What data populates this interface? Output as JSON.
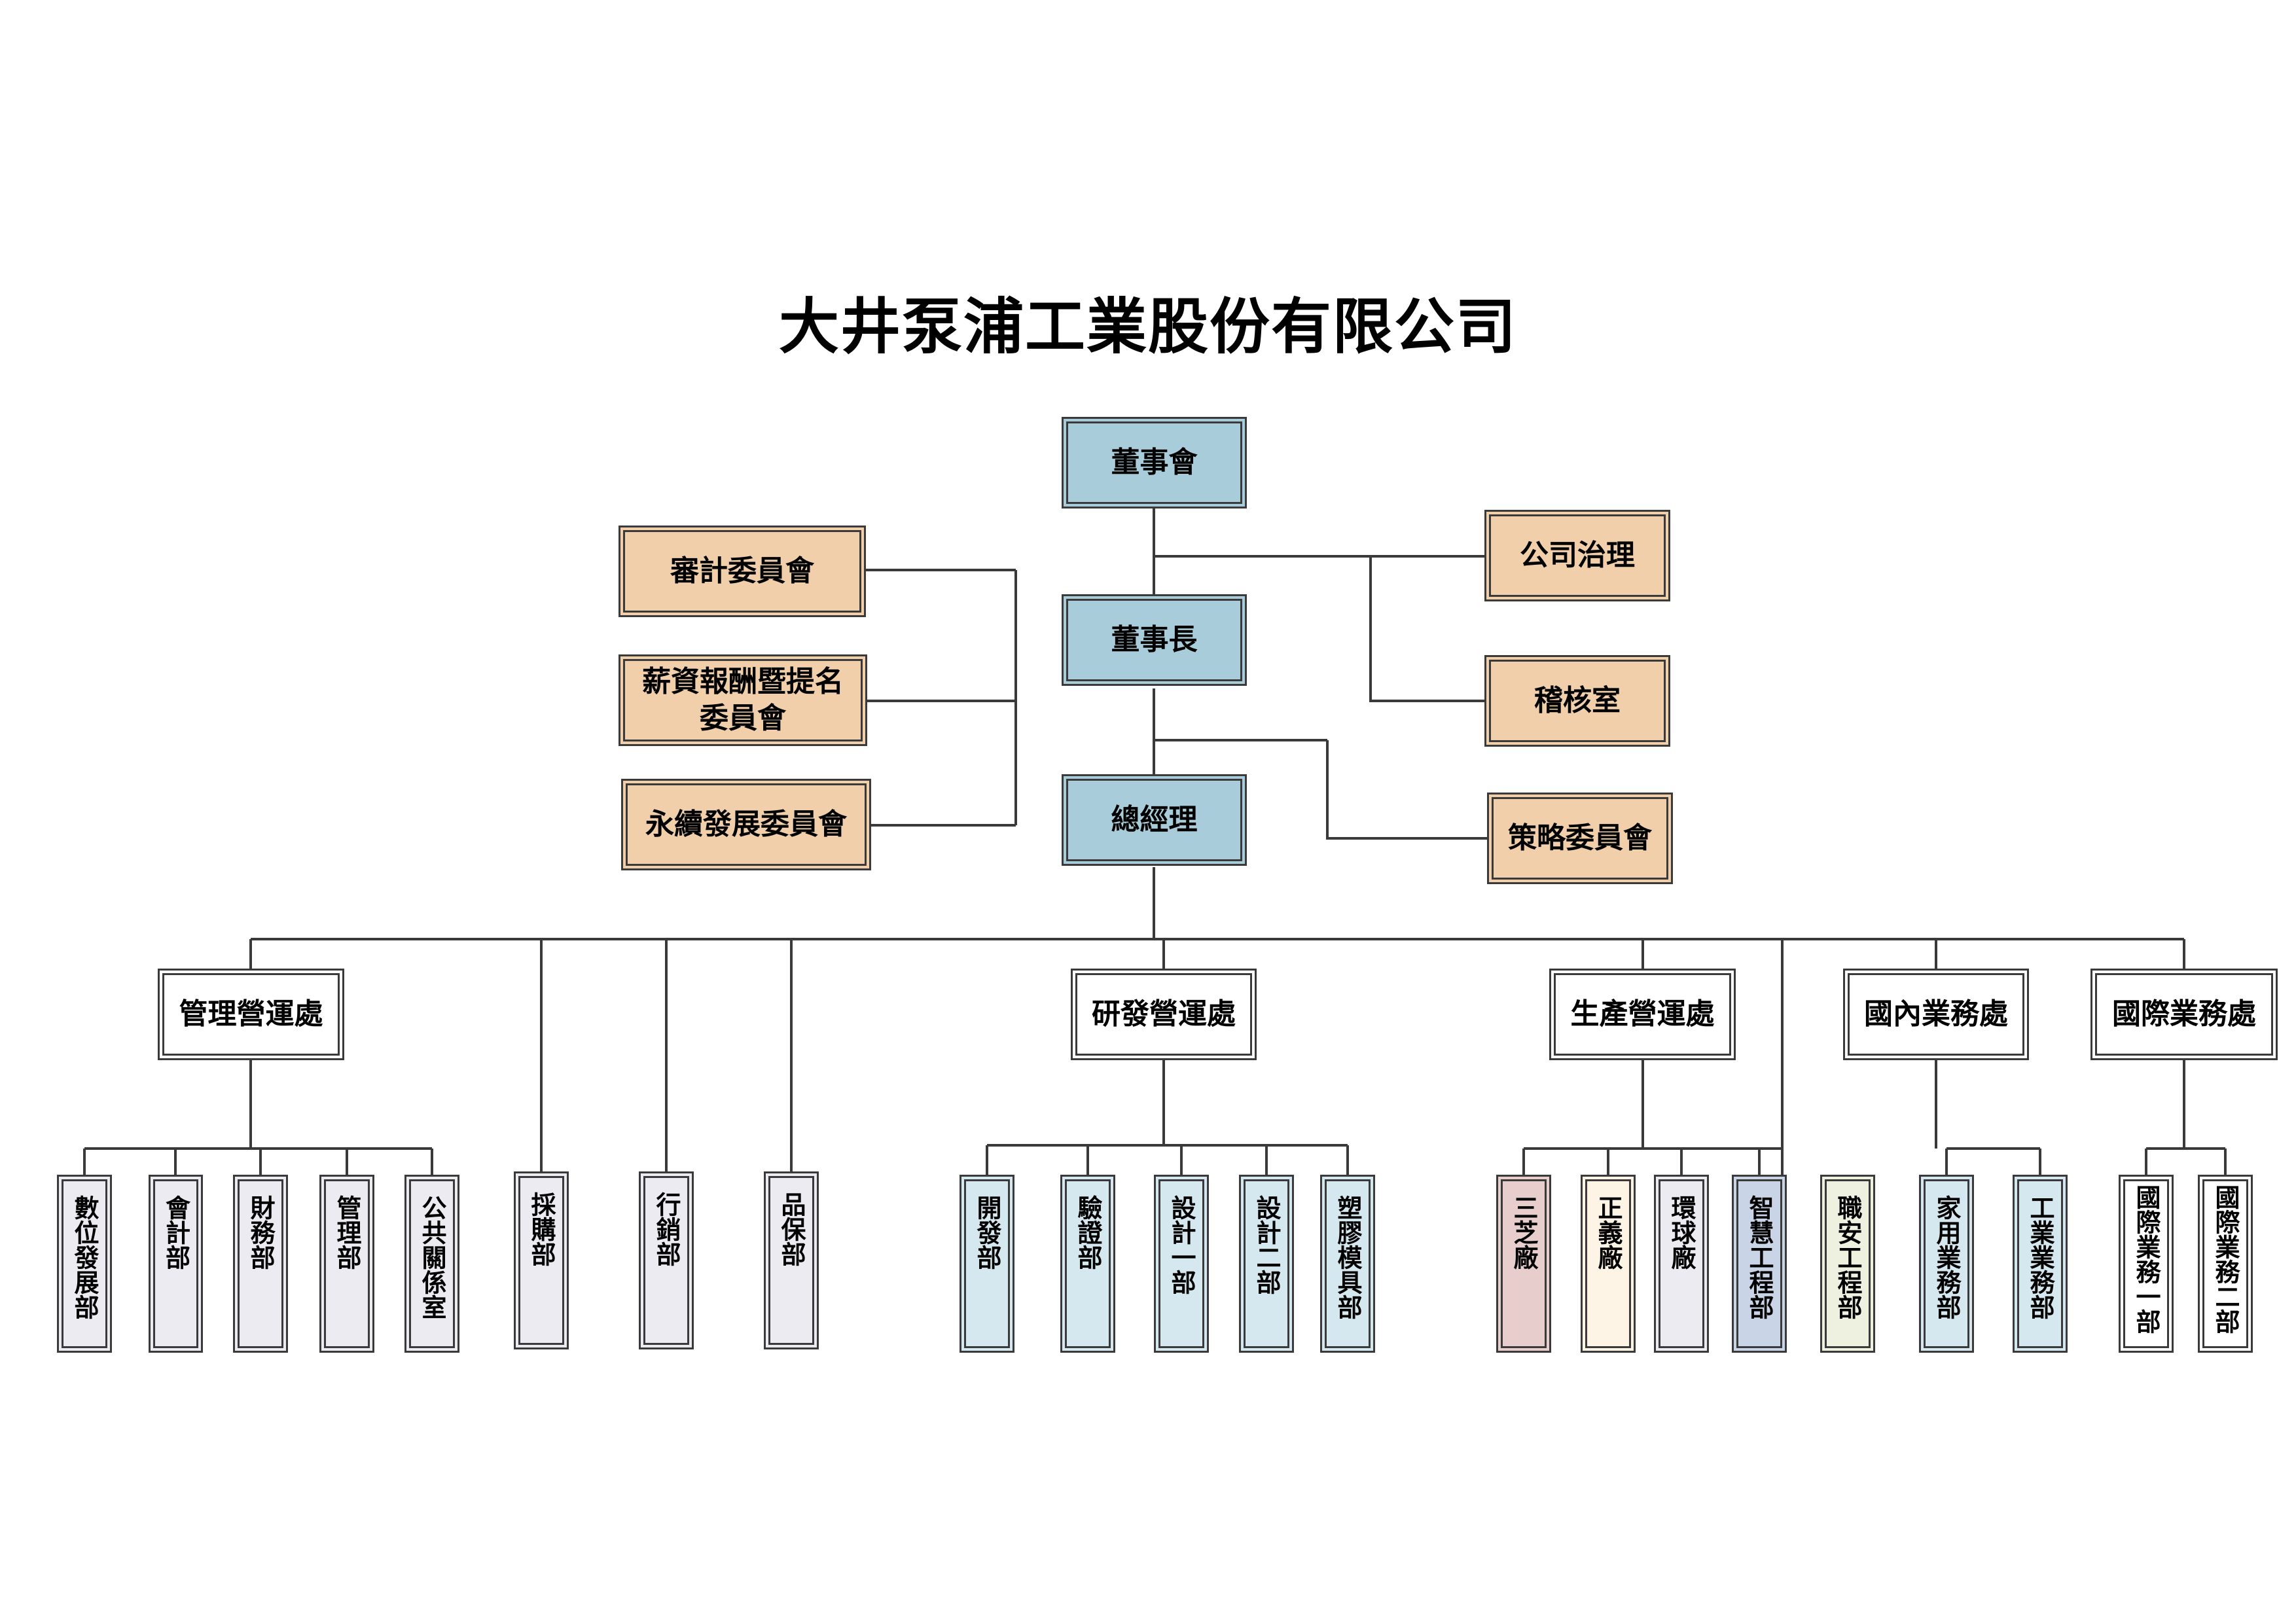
{
  "title": "大井泵浦工業股份有限公司",
  "colors": {
    "line": "#3a3a3a",
    "board": "#a8ccd9",
    "committee": "#f0cfaa",
    "division": "#ffffff",
    "admin_dept": "#ecebf1",
    "rd_dept": "#d6e8ef",
    "plant_sanzhi": "#e8cdcd",
    "plant_zhengyi": "#fdf4e6",
    "plant_huanqiu": "#ecebf1",
    "smart_eng": "#c9d4e6",
    "safety": "#eef1df",
    "sales_dept": "#d6e8ef"
  },
  "nodes": {
    "board": "董事會",
    "chairman": "董事長",
    "gm": "總經理",
    "audit_committee": "審計委員會",
    "comp_committee": "薪資報酬暨提名\n委員會",
    "esg_committee": "永續發展委員會",
    "governance": "公司治理",
    "internal_audit": "稽核室",
    "strategy_committee": "策略委員會"
  },
  "divisions": {
    "admin": "管理營運處",
    "rd": "研發營運處",
    "production": "生產營運處",
    "domestic": "國內業務處",
    "international": "國際業務處"
  },
  "departments": {
    "digital_dev": "數位發展部",
    "accounting": "會計部",
    "finance": "財務部",
    "management": "管理部",
    "pr": "公共關係室",
    "procurement": "採購部",
    "marketing": "行銷部",
    "qa": "品保部",
    "development": "開發部",
    "verification": "驗證部",
    "design1": "設計一部",
    "design2": "設計二部",
    "plastic_mold": "塑膠模具部",
    "sanzhi_plant": "三芝廠",
    "zhengyi_plant": "正義廠",
    "huanqiu_plant": "環球廠",
    "smart_eng": "智慧工程部",
    "safety_eng": "職安工程部",
    "home_sales": "家用業務部",
    "industrial_sales": "工業業務部",
    "intl_sales1_a": "國際",
    "intl_sales1_b": "業務一部",
    "intl_sales2_a": "國際",
    "intl_sales2_b": "業務二部"
  }
}
